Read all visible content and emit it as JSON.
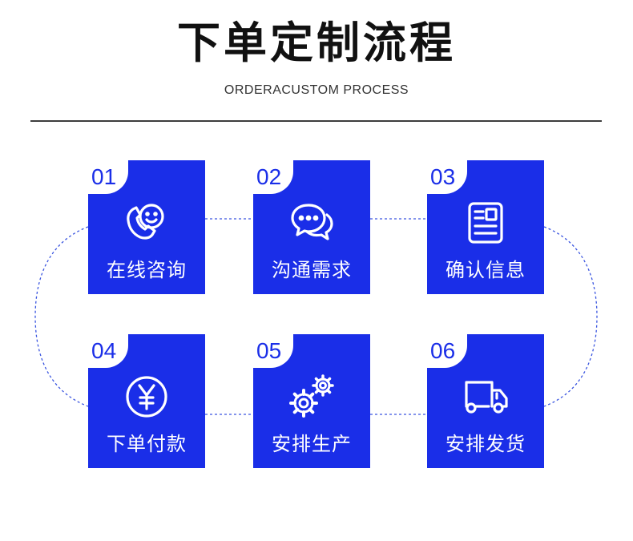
{
  "header": {
    "title": "下单定制流程",
    "subtitle": "ORDERACUSTOM PROCESS"
  },
  "steps": [
    {
      "number": "01",
      "label": "在线咨询",
      "icon": "phone-smile-icon"
    },
    {
      "number": "02",
      "label": "沟通需求",
      "icon": "chat-bubbles-icon"
    },
    {
      "number": "03",
      "label": "确认信息",
      "icon": "document-icon"
    },
    {
      "number": "04",
      "label": "下单付款",
      "icon": "yen-coin-icon"
    },
    {
      "number": "05",
      "label": "安排生产",
      "icon": "gears-icon"
    },
    {
      "number": "06",
      "label": "安排发货",
      "icon": "delivery-truck-icon"
    }
  ],
  "colors": {
    "accent": "#1a2ee8",
    "connector": "#3a55e0",
    "title": "#111111"
  }
}
